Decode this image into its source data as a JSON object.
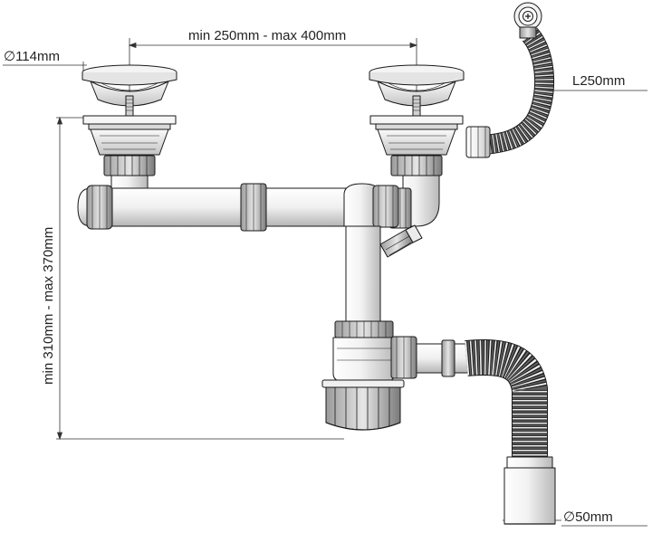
{
  "labels": {
    "strainer_diameter": "114mm",
    "spacing": "min 250mm - max 400mm",
    "height": "min 310mm - max 370mm",
    "overflow_length": "L250mm",
    "outlet_diameter": "50mm"
  },
  "symbols": {
    "diameter": "∅"
  },
  "colors": {
    "line": "#1a1a1a",
    "light": "#f4f4f4",
    "mid": "#d2d2d2",
    "dark": "#6e6e6e"
  }
}
